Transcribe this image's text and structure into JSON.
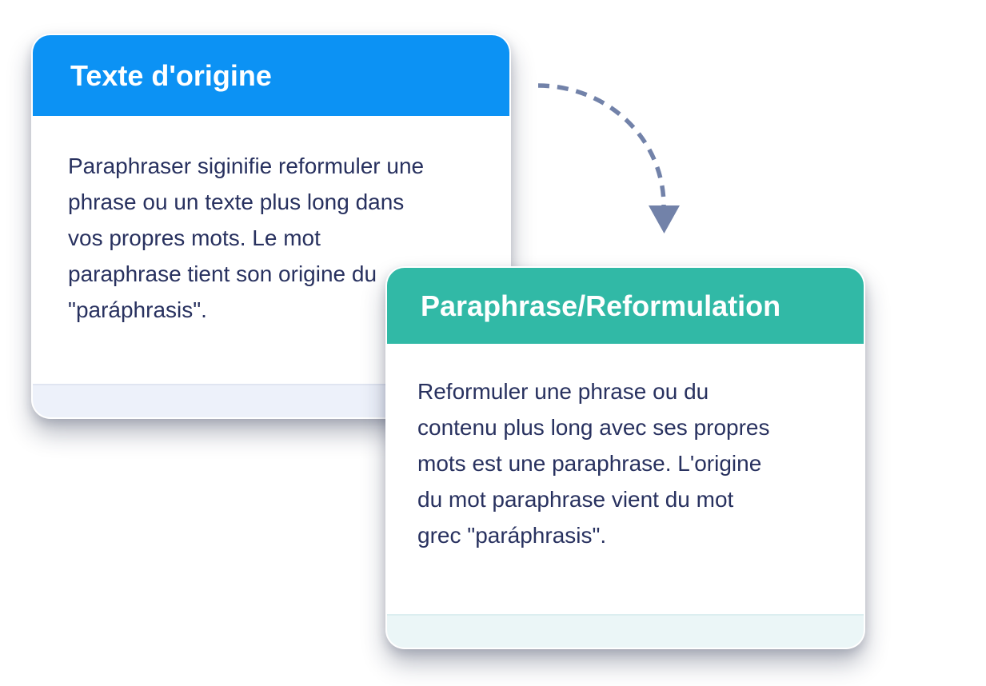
{
  "cards": [
    {
      "title": "Texte d'origine",
      "header_color": "#0c92f4",
      "footer_color": "#edf1fa",
      "text_color": "#28315f",
      "lines": [
        "Paraphraser siginifie reformuler une",
        "phrase ou un texte plus long dans",
        "vos propres mots. Le mot",
        "paraphrase tient son origine du",
        "\"paráphrasis\"."
      ]
    },
    {
      "title": "Paraphrase/Reformulation",
      "header_color": "#31b9a6",
      "footer_color": "#ebf6f7",
      "text_color": "#28315f",
      "lines": [
        "Reformuler une phrase ou du",
        "contenu plus long avec ses propres",
        "mots est une paraphrase. L'origine",
        "du mot paraphrase vient du mot",
        "grec \"paráphrasis\"."
      ]
    }
  ],
  "arrow": {
    "color": "#7282a9",
    "style": "dashed",
    "direction": "right-then-down"
  }
}
